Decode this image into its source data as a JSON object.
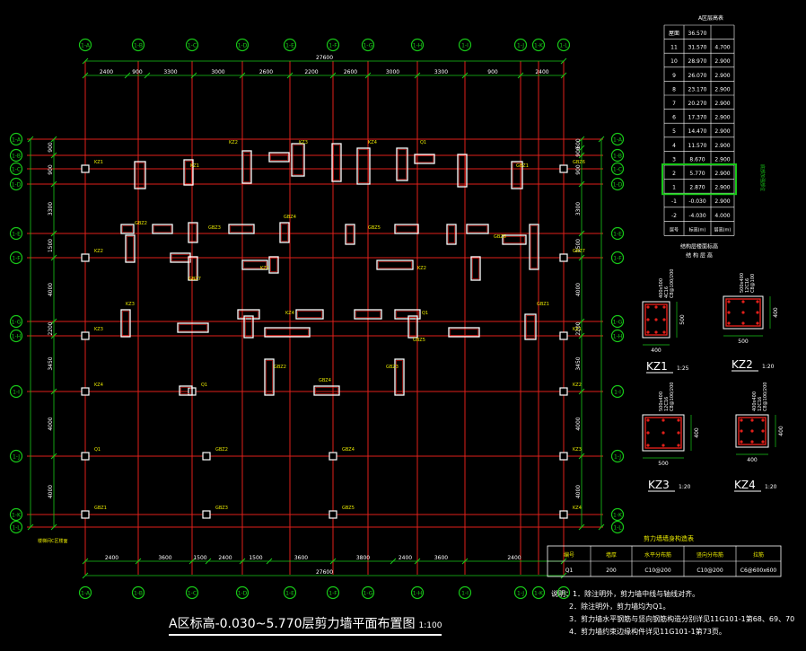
{
  "title": "A区标高-0.030~5.770层剪力墙平面布置图",
  "title_scale": "1:100",
  "colors": {
    "axis_red": "#e0201a",
    "dim_green": "#18c818",
    "wall_white": "#ffffff",
    "label_yellow": "#e8e800"
  },
  "top_axes": [
    "1-A",
    "1-B",
    "1-C",
    "1-D",
    "1-E",
    "1-F",
    "1-G",
    "1-H",
    "1-I",
    "1-J",
    "1-K",
    "1-L"
  ],
  "bottom_axes": [
    "1-A",
    "1-B",
    "1-C",
    "1-D",
    "1-E",
    "1-F",
    "1-G",
    "1-H",
    "1-I",
    "1-J",
    "1-K",
    "1-L"
  ],
  "left_axes": [
    "1-A",
    "1-B",
    "1-C",
    "1-D",
    "1-E",
    "1-F",
    "1-G",
    "1-H",
    "1-I",
    "1-J",
    "1-K",
    "1-L"
  ],
  "right_axes": [
    "1-A",
    "1-B",
    "1-C",
    "1-D",
    "1-E",
    "1-F",
    "1-G",
    "1-H",
    "1-I",
    "1-J",
    "1-K",
    "1-L"
  ],
  "top_dims_total": "27600",
  "top_dims": [
    "2400",
    "900",
    "3300",
    "3000",
    "2600",
    "2200",
    "2600",
    "3000",
    "3300",
    "900",
    "2400"
  ],
  "bottom_dims_total": "27600",
  "bottom_dims": [
    "2400",
    "3600",
    "1500",
    "2400",
    "1500",
    "3600",
    "3800",
    "2400",
    "3600",
    "2400"
  ],
  "left_dims": [
    "900",
    "900",
    "3300",
    "1500",
    "4000",
    "2200",
    "3450",
    "4000",
    "4000"
  ],
  "right_dims": [
    "600",
    "900",
    "900",
    "3300",
    "1500",
    "4000",
    "2200",
    "3450",
    "4000",
    "4000"
  ],
  "wall_labels": [
    "KZ1",
    "KZ2",
    "KZ3",
    "KZ4",
    "Q1",
    "GBZ1",
    "GBZ2",
    "GBZ3",
    "GBZ4",
    "GBZ5",
    "GBZ6",
    "GBZ7"
  ],
  "elev_table": {
    "title": "A区层高表",
    "rows": [
      [
        "屋面",
        "36.570",
        ""
      ],
      [
        "11",
        "31.570",
        "4.700"
      ],
      [
        "10",
        "28.970",
        "2.900"
      ],
      [
        "9",
        "26.070",
        "2.900"
      ],
      [
        "8",
        "23.170",
        "2.900"
      ],
      [
        "7",
        "20.270",
        "2.900"
      ],
      [
        "6",
        "17.370",
        "2.900"
      ],
      [
        "5",
        "14.470",
        "2.900"
      ],
      [
        "4",
        "11.570",
        "2.900"
      ],
      [
        "3",
        "8.670",
        "2.900"
      ],
      [
        "2",
        "5.770",
        "2.900"
      ],
      [
        "1",
        "2.870",
        "2.900"
      ],
      [
        "-1",
        "-0.030",
        "2.900"
      ],
      [
        "-2",
        "-4.030",
        "4.000"
      ]
    ],
    "header": [
      "层号",
      "标高(m)",
      "层高(m)"
    ],
    "footer1": "结构层楼面标高",
    "footer2": "结 构 层 高",
    "side_note": "底部加强部位"
  },
  "columns": [
    {
      "name": "KZ1",
      "scale": "1:25",
      "spec": [
        "400x500",
        "4C16",
        "C8@100/200"
      ],
      "w": "400",
      "h": "500"
    },
    {
      "name": "KZ2",
      "scale": "1:20",
      "spec": [
        "500x400",
        "12C16",
        "C8@100"
      ],
      "w": "500",
      "h": "400"
    },
    {
      "name": "KZ3",
      "scale": "1:20",
      "spec": [
        "500x400",
        "12C16",
        "C8@100/200"
      ],
      "w": "500",
      "h": "400"
    },
    {
      "name": "KZ4",
      "scale": "1:20",
      "spec": [
        "400x400",
        "12C16",
        "C8@100/200"
      ],
      "w": "400",
      "h": "400"
    }
  ],
  "wall_table": {
    "title": "剪力墙墙身构造表",
    "headers": [
      "编号",
      "墙厚",
      "水平分布筋",
      "竖向分布筋",
      "拉筋"
    ],
    "row": [
      "Q1",
      "200",
      "C10@200",
      "C10@200",
      "C6@600x600"
    ]
  },
  "notes": [
    "说明：1．除注明外，剪力墙中线与轴线对齐。",
    "2．除注明外，剪力墙均为Q1。",
    "3．剪力墙水平钢筋与竖向钢筋构造分别详见11G101-1第68、69、70",
    "4．剪力墙约束边缘构件详见11G101-1第73页。"
  ],
  "legend_small": "楼梯间C区楼面"
}
